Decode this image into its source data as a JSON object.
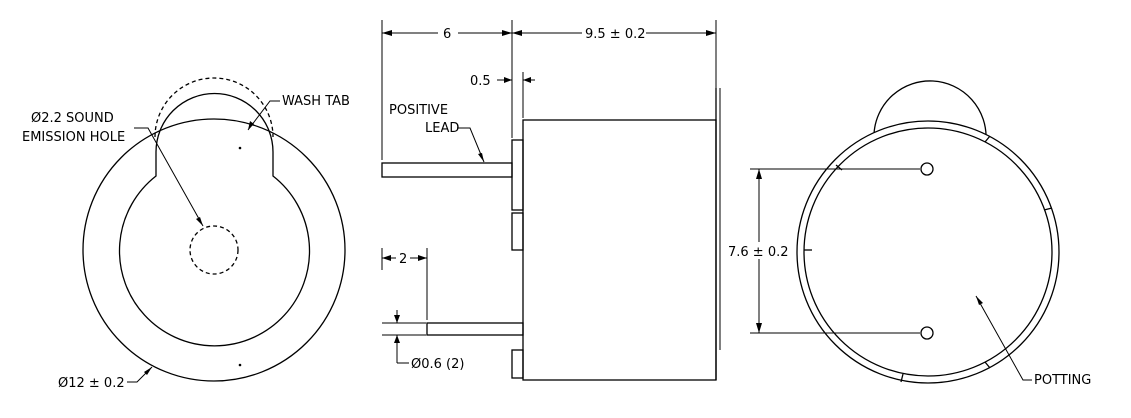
{
  "labels": {
    "sound_hole": [
      "Ø2.2 SOUND",
      "EMISSION HOLE"
    ],
    "wash_tab": "WASH TAB",
    "diameter_outer": "Ø12 ± 0.2",
    "positive_lead": [
      "POSITIVE",
      "LEAD"
    ],
    "potting": "POTTING"
  },
  "dimensions": {
    "lead_length": "6",
    "body_height": "9.5 ± 0.2",
    "flange": "0.5",
    "lead_offset": "2",
    "lead_diameter": "Ø0.6 (2)",
    "pin_spacing": "7.6 ± 0.2"
  }
}
